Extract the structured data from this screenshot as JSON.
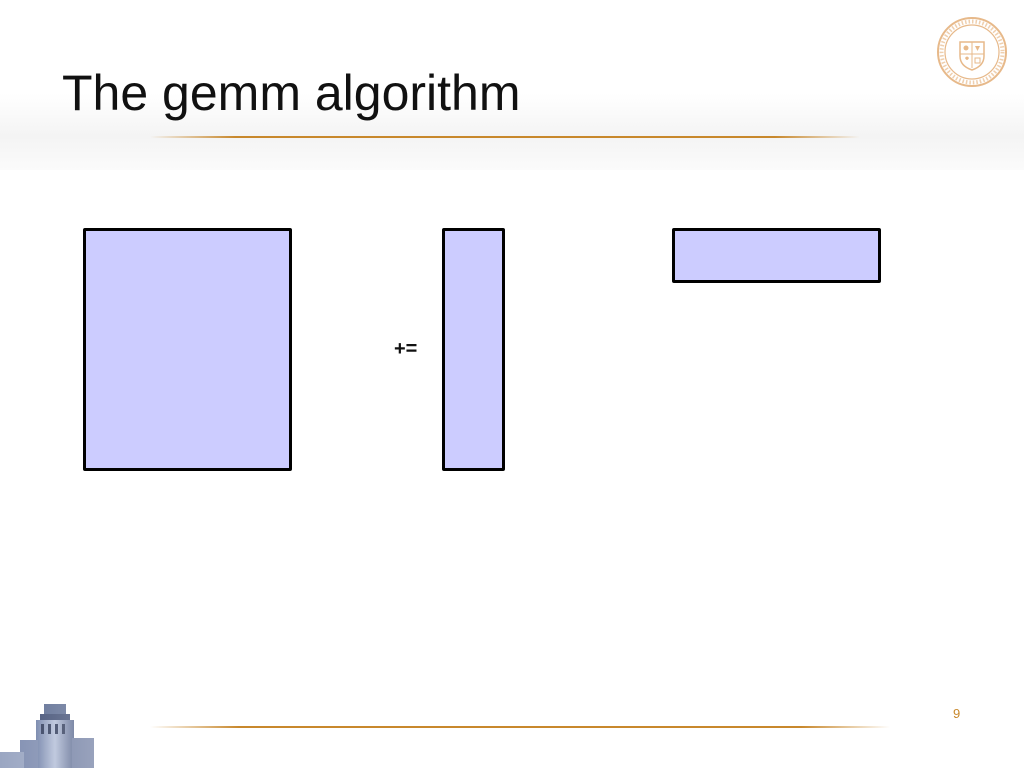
{
  "slide": {
    "title": "The gemm algorithm",
    "operator": "+=",
    "page_number": "9"
  },
  "colors": {
    "matrix_fill": "#ccccff",
    "matrix_border": "#000000",
    "accent": "#c8882c"
  },
  "decorations": {
    "top_right": "university-seal-icon",
    "bottom_left": "tower-image"
  }
}
